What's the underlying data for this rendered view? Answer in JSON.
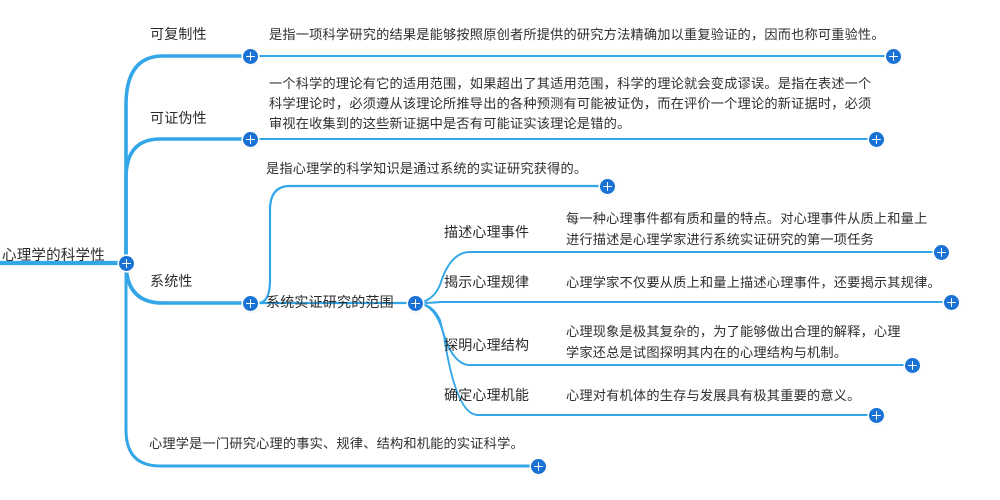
{
  "map": {
    "accent_color": "#33a6e8",
    "node_color": "#1a73d4",
    "text_color": "#2b2b2b",
    "background": "#ffffff",
    "root": {
      "label": "心理学的科学性"
    },
    "branches": [
      {
        "label": "可复制性",
        "detail": "是指一项科学研究的结果是能够按照原创者所提供的研究方法精确加以重复验证的，因而也称可重验性。"
      },
      {
        "label": "可证伪性",
        "detail_line1": "一个科学的理论有它的适用范围，如果超出了其适用范围，科学的理论就会变成谬误。是指在表述一个",
        "detail_line2": "科学理论时，必须遵从该理论所推导出的各种预测有可能被证伪，而在评价一个理论的新证据时，必须",
        "detail_line3": "审视在收集到的这些新证据中是否有可能证实该理论是错的。"
      },
      {
        "label": "系统性",
        "detail": "是指心理学的科学知识是通过系统的实证研究获得的。",
        "sub_topic": "系统实证研究的范围",
        "sub_branches": [
          {
            "label": "描述心理事件",
            "detail_line1": "每一种心理事件都有质和量的特点。对心理事件从质上和量上",
            "detail_line2": "进行描述是心理学家进行系统实证研究的第一项任务"
          },
          {
            "label": "揭示心理规律",
            "detail_line1": "心理学家不仅要从质上和量上描述心理事件，还要揭示其规律。",
            "detail_line2": ""
          },
          {
            "label": "探明心理结构",
            "detail_line1": "心理现象是极其复杂的，为了能够做出合理的解释，心理",
            "detail_line2": "学家还总是试图探明其内在的心理结构与机制。"
          },
          {
            "label": "确定心理机能",
            "detail_line1": "心理对有机体的生存与发展具有极其重要的意义。",
            "detail_line2": ""
          }
        ]
      },
      {
        "label": "",
        "detail": "心理学是一门研究心理的事实、规律、结构和机能的实证科学。"
      }
    ]
  }
}
